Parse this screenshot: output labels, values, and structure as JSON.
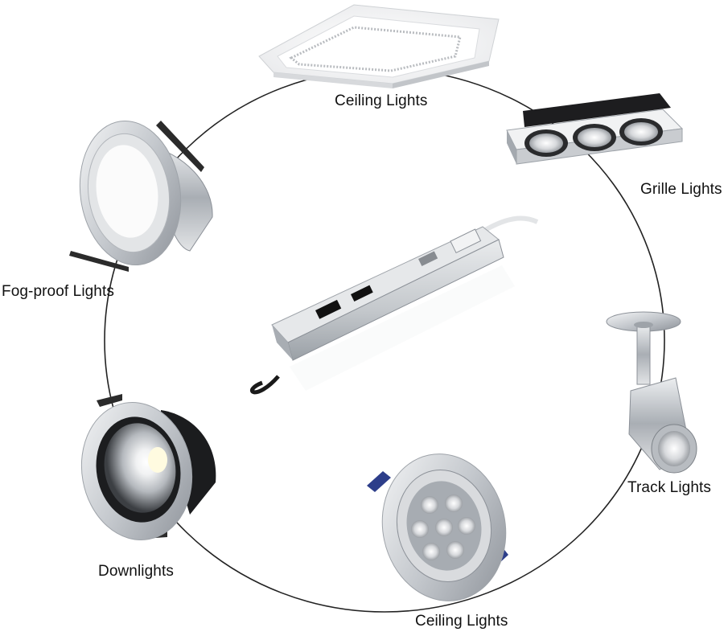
{
  "labels": {
    "ceiling_top": "Ceiling Lights",
    "grille": "Grille Lights",
    "fogproof": "Fog-proof Lights",
    "track": "Track Lights",
    "downlights": "Downlights",
    "ceiling_bottom": "Ceiling Lights"
  },
  "colors": {
    "ring": "#222222",
    "metal_light": "#e6e8eb",
    "metal_dark": "#8a8f96",
    "led_glass": "#d9d9d9",
    "driver_body": "#c9ccd0"
  },
  "icons": [
    "ceiling-panel-light",
    "grille-light",
    "fog-proof-downlight",
    "led-driver",
    "track-light",
    "cob-downlight",
    "adjustable-ceiling-light"
  ]
}
